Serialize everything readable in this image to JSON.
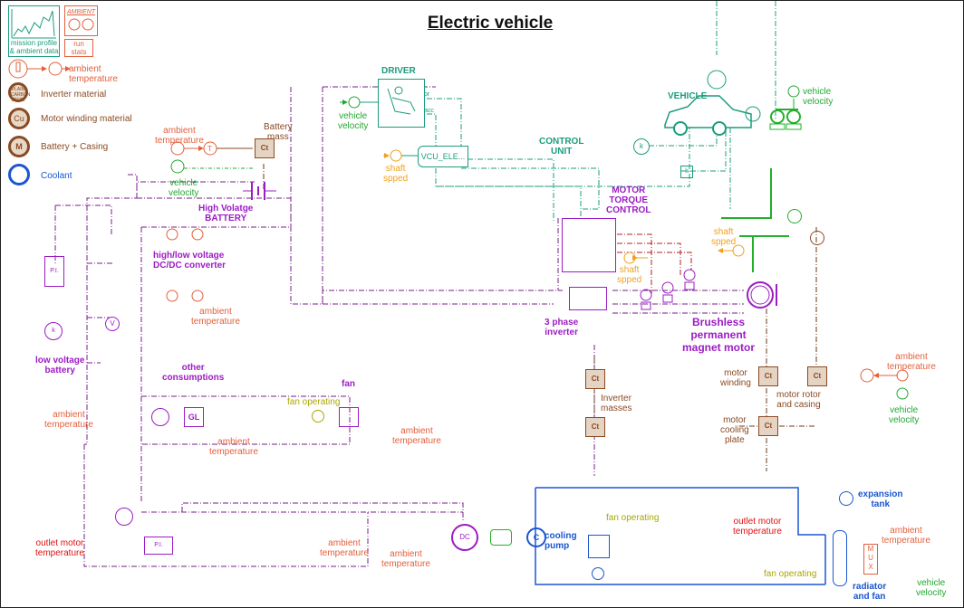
{
  "title": "Electric vehicle",
  "colors": {
    "thermal": "#e2603c",
    "signal_green": "#22a832",
    "control_teal": "#1b9c7c",
    "electrical": "#9c1cc4",
    "mechanical": "#22b02a",
    "shaft_speed": "#f0a020",
    "fan_signal": "#a8a800",
    "material_brown": "#8a4a22",
    "coolant_blue": "#1a56d0",
    "outlet_red": "#e01010"
  },
  "legend": {
    "mission_profile": "mission profile\n& ambient data",
    "ambient_box": "AMBIENT",
    "run_stats": "run\nstats",
    "ambient_temperature": "ambient\ntemperature",
    "inverter_material": "Inverter material",
    "inverter_material_badge": "PLAIN CARBON STEEL",
    "motor_winding_material": "Motor winding material",
    "motor_winding_badge": "Cu",
    "battery_casing": "Battery + Casing",
    "battery_casing_badge": "M",
    "coolant": "Coolant"
  },
  "labels": {
    "driver": "DRIVER",
    "driver_br": "br",
    "driver_acc": "acc",
    "vcu_block": "VCU_ELE...",
    "control_unit": "CONTROL\nUNIT",
    "vehicle": "VEHICLE",
    "vehicle_velocity": "vehicle\nvelocity",
    "shaft_speed": "shaft\nspped",
    "battery_mass": "Battery\nmass",
    "hv_battery": "High Volatge\nBATTERY",
    "dcdc": "high/low voltage\nDC/DC converter",
    "lv_battery": "low voltage\nbattery",
    "other_consumptions": "other\nconsumptions",
    "fan": "fan",
    "fan_operating": "fan operating",
    "motor_torque_control": "MOTOR\nTORQUE\nCONTROL",
    "inverter": "3 phase\ninverter",
    "motor": "Brushless\npermanent\nmagnet motor",
    "inverter_masses": "Inverter\nmasses",
    "motor_winding": "motor\nwinding",
    "motor_rotor": "motor rotor\nand casing",
    "motor_cooling": "motor\ncooling\nplate",
    "ambient_temperature": "ambient\ntemperature",
    "outlet_motor_temperature": "outlet motor\ntemperature",
    "cooling_pump": "cooling\npump",
    "expansion_tank": "expansion\ntank",
    "radiator": "radiator\nand fan",
    "gl": "GL",
    "pi": "P.I.",
    "ct": "Ct",
    "t": "T",
    "k": "k",
    "dc": "DC",
    "c": "C",
    "mux": "M\nU\nX",
    "x": "x",
    "v": "V"
  }
}
